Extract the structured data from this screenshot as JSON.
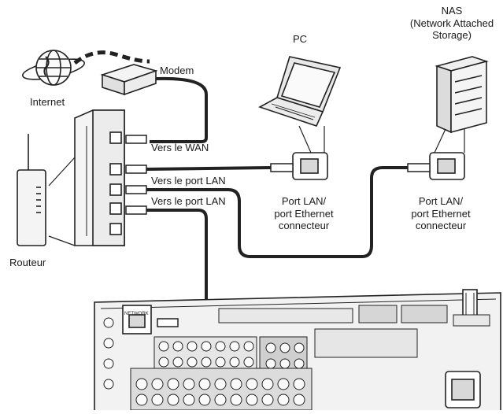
{
  "labels": {
    "nas_title": "NAS",
    "nas_sub1": "(Network Attached",
    "nas_sub2": "Storage)",
    "pc": "PC",
    "modem": "Modem",
    "internet": "Internet",
    "router": "Routeur",
    "to_wan": "Vers le WAN",
    "to_lan_1": "Vers le port LAN",
    "to_lan_2": "Vers le port LAN",
    "pc_port_line1": "Port LAN/",
    "pc_port_line2": "port Ethernet",
    "pc_port_line3": "connecteur",
    "nas_port_line1": "Port LAN/",
    "nas_port_line2": "port Ethernet",
    "nas_port_line3": "connecteur",
    "receiver_network": "NETWORK"
  },
  "colors": {
    "line": "#222222",
    "device_fill": "#f4f4f4",
    "panel_fill": "#e6e6e6",
    "jack_fill": "#d8d8d8"
  },
  "icons": {
    "internet": "globe-icon",
    "modem": "modem-icon",
    "router": "router-icon",
    "pc": "laptop-icon",
    "nas": "nas-icon",
    "receiver": "receiver-rear-panel"
  }
}
